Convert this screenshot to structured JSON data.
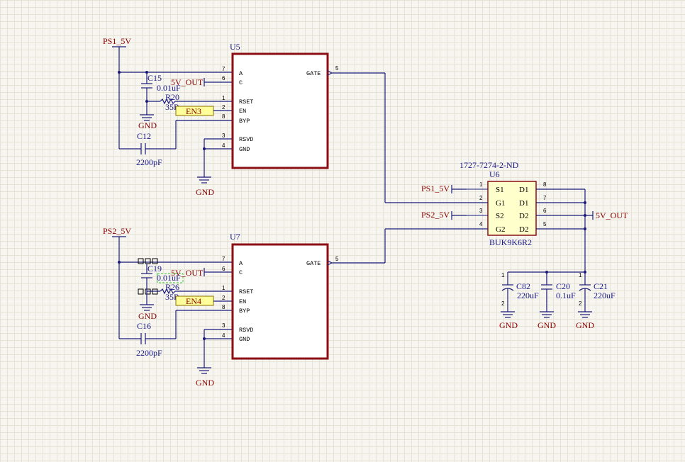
{
  "ics": {
    "u5": {
      "ref": "U5",
      "pins": {
        "A": "A",
        "C": "C",
        "RSET": "RSET",
        "EN": "EN",
        "BYP": "BYP",
        "RSVD": "RSVD",
        "GND": "GND",
        "GATE": "GATE"
      },
      "nums": {
        "A": "7",
        "C": "6",
        "RSET": "1",
        "EN": "2",
        "BYP": "8",
        "RSVD": "3",
        "GND": "4",
        "GATE": "5"
      }
    },
    "u7": {
      "ref": "U7",
      "pins": {
        "A": "A",
        "C": "C",
        "RSET": "RSET",
        "EN": "EN",
        "BYP": "BYP",
        "RSVD": "RSVD",
        "GND": "GND",
        "GATE": "GATE"
      },
      "nums": {
        "A": "7",
        "C": "6",
        "RSET": "1",
        "EN": "2",
        "BYP": "8",
        "RSVD": "3",
        "GND": "4",
        "GATE": "5"
      }
    },
    "u6": {
      "ref": "U6",
      "part": "1727-7274-2-ND",
      "value": "BUK9K6R2",
      "left_pins": [
        "S1",
        "G1",
        "S2",
        "G2"
      ],
      "left_nums": [
        "1",
        "2",
        "3",
        "4"
      ],
      "right_pins": [
        "D1",
        "D1",
        "D2",
        "D2"
      ],
      "right_nums": [
        "8",
        "7",
        "6",
        "5"
      ]
    }
  },
  "nets": {
    "ps1": "PS1_5V",
    "ps2": "PS2_5V",
    "out": "5V_OUT",
    "gnd": "GND",
    "en3": "EN3",
    "en4": "EN4"
  },
  "parts": {
    "c15": {
      "ref": "C15",
      "value": "0.01uF"
    },
    "r20": {
      "ref": "R20",
      "value": "35R"
    },
    "c12": {
      "ref": "C12",
      "value": "2200pF"
    },
    "c19": {
      "ref": "C19",
      "value": "0.01uF"
    },
    "r26": {
      "ref": "R26",
      "value": "35R"
    },
    "c16": {
      "ref": "C16",
      "value": "2200pF"
    },
    "c82": {
      "ref": "C82",
      "value": "220uF"
    },
    "c20": {
      "ref": "C20",
      "value": "0.1uF"
    },
    "c21": {
      "ref": "C21",
      "value": "220uF"
    },
    "cap_pin1": "1",
    "cap_pin2": "2"
  },
  "colors": {
    "wire": "#1a1a7a",
    "power": "#8b0000",
    "ic_border": "#8b0f14",
    "net_label_fill": "#ffff99"
  }
}
